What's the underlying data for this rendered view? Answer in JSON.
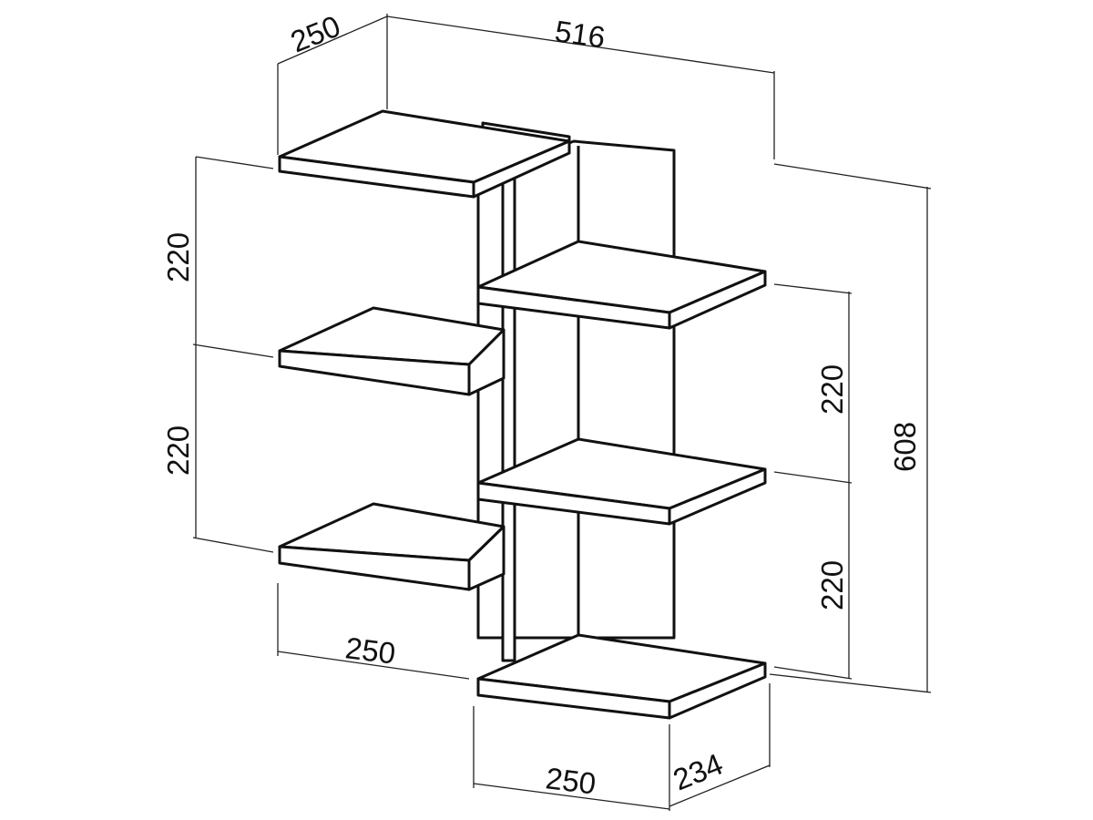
{
  "title": "Corner shelf dimensions drawing",
  "dimensions": {
    "top_depth": "250",
    "overall_width": "516",
    "left_spacing_upper": "220",
    "left_spacing_lower": "220",
    "right_spacing_upper": "220",
    "right_spacing_lower": "220",
    "overall_height": "608",
    "left_shelf_width": "250",
    "bottom_shelf_width": "250",
    "bottom_shelf_depth": "234"
  },
  "colors": {
    "line": "#111111",
    "fill": "#ffffff"
  }
}
